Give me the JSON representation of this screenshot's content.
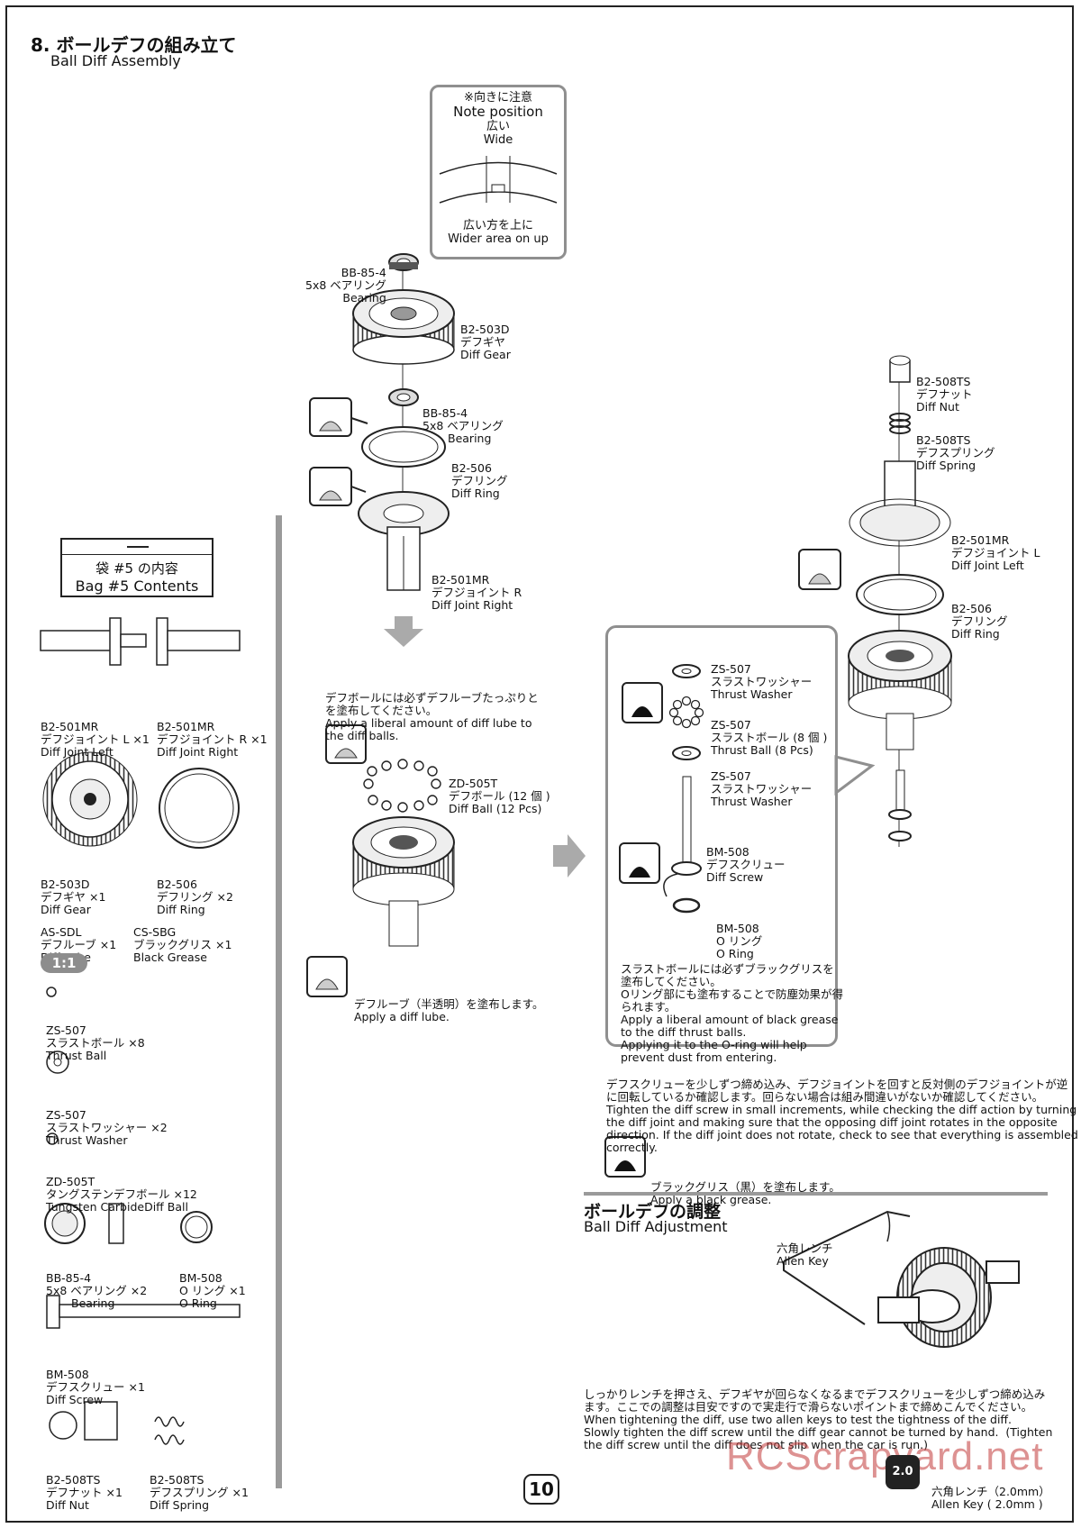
{
  "header": {
    "title": "8. ボールデフの組み立て",
    "subtitle": "Ball Diff Assembly"
  },
  "note_position": {
    "line1": "※向きに注意",
    "line2": "Note position",
    "wide_jp": "広い",
    "wide_en": "Wide",
    "up_jp": "広い方を上に",
    "up_en": "Wider area on up"
  },
  "step1_labels": {
    "bearing_top": [
      "BB-85-4",
      "5x8 ベアリング",
      "Bearing"
    ],
    "diff_gear": [
      "B2-503D",
      "デフギヤ",
      "Diff Gear"
    ],
    "bearing_mid": [
      "BB-85-4",
      "5x8 ベアリング",
      "Bearing"
    ],
    "diff_ring": [
      "B2-506",
      "デフリング",
      "Diff Ring"
    ],
    "joint_right": [
      "B2-501MR",
      "デフジョイント R",
      "Diff Joint Right"
    ]
  },
  "step2": {
    "lube_note": [
      "デフボールには必ずデフルーブたっぷりと",
      "を塗布してください。",
      "Apply a liberal amount of diff lube to",
      "the diff balls."
    ],
    "diff_ball": [
      "ZD-505T",
      "デフボール (12 個 )",
      "Diff Ball (12 Pcs)"
    ],
    "lube_legend_jp": "デフルーブ（半透明）を塗布します。",
    "lube_legend_en": "Apply a diff lube."
  },
  "step3_labels": {
    "diff_nut": [
      "B2-508TS",
      "デフナット",
      "Diff Nut"
    ],
    "diff_spring": [
      "B2-508TS",
      "デフスプリング",
      "Diff Spring"
    ],
    "joint_left": [
      "B2-501MR",
      "デフジョイント L",
      "Diff Joint Left"
    ],
    "diff_ring": [
      "B2-506",
      "デフリング",
      "Diff Ring"
    ]
  },
  "callout": {
    "washer_top": [
      "ZS-507",
      "スラストワッシャー",
      "Thrust Washer"
    ],
    "thrust_ball": [
      "ZS-507",
      "スラストボール (8 個 )",
      "Thrust Ball (8 Pcs)"
    ],
    "washer_bottom": [
      "ZS-507",
      "スラストワッシャー",
      "Thrust Washer"
    ],
    "diff_screw": [
      "BM-508",
      "デフスクリュー",
      "Diff Screw"
    ],
    "o_ring": [
      "BM-508",
      "O リング",
      "O Ring"
    ],
    "note": [
      "スラストボールには必ずブラックグリスを",
      "塗布してください。",
      "Oリング部にも塗布することで防塵効果が得",
      "られます。",
      "Apply a liberal amount of black grease",
      "to the diff thrust balls.",
      "Applying it to the O-ring will help",
      "prevent dust from entering."
    ]
  },
  "tighten_note": [
    "デフスクリューを少しずつ締め込み、デフジョイントを回すと反対側のデフジョイントが逆",
    "に回転しているか確認します。回らない場合は組み間違いがないか確認してください。",
    "Tighten the diff screw in small increments, while checking the diff action by turning",
    "the diff joint and making sure that the opposing diff joint rotates in the opposite",
    "direction. If the diff joint does not rotate, check to see that everything is assembled",
    "correctly."
  ],
  "grease_legend": {
    "jp": "ブラックグリス（黒）を塗布します。",
    "en": "Apply a black grease."
  },
  "adjustment": {
    "title": "ボールデフの調整",
    "subtitle": "Ball Diff Adjustment",
    "allen_jp": "六角レンチ",
    "allen_en": "Allen Key",
    "note": [
      "しっかりレンチを押さえ、デフギヤが回らなくなるまでデフスクリューを少しずつ締め込み",
      "ます。ここでの調整は目安ですので実走行で滑らないポイントまで締めこんでください。",
      "When tightening the diff, use two allen keys to test the tightness of the diff.",
      "Slowly tighten the diff screw until the diff gear cannot be turned by hand.  (Tighten",
      "the diff screw until the diff does not slip when the car is run.)"
    ],
    "tool_badge": "2.0",
    "tool_jp": "六角レンチ（2.0mm）",
    "tool_en": "Allen Key ( 2.0mm )"
  },
  "bag": {
    "title_jp": "袋 #5 の内容",
    "title_en": "Bag #5 Contents",
    "scale": "1:1",
    "parts": [
      [
        "B2-501MR",
        "デフジョイント L ×1",
        "Diff Joint Left"
      ],
      [
        "B2-501MR",
        "デフジョイント R ×1",
        "Diff Joint Right"
      ],
      [
        "B2-503D",
        "デフギヤ ×1",
        "Diff Gear"
      ],
      [
        "B2-506",
        "デフリング ×2",
        "Diff Ring"
      ],
      [
        "AS-SDL",
        "デフルーブ ×1",
        "Diff Lube"
      ],
      [
        "CS-SBG",
        "ブラックグリス ×1",
        "Black Grease"
      ],
      [
        "ZS-507",
        "スラストボール ×8",
        "Thrust Ball"
      ],
      [
        "ZS-507",
        "スラストワッシャー ×2",
        "Thrust Washer"
      ],
      [
        "ZD-505T",
        "タングステンデフボール ×12",
        "Tungsten CarbideDiff Ball"
      ],
      [
        "BB-85-4",
        "5x8 ベアリング ×2",
        "Bearing"
      ],
      [
        "BM-508",
        "O リング ×1",
        "O Ring"
      ],
      [
        "BM-508",
        "デフスクリュー ×1",
        "Diff Screw"
      ],
      [
        "B2-508TS",
        "デフナット ×1",
        "Diff Nut"
      ],
      [
        "B2-508TS",
        "デフスプリング ×1",
        "Diff Spring"
      ]
    ]
  },
  "page_number": "10",
  "watermark": "RCScrapyard.net"
}
